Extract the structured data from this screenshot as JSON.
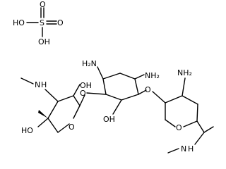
{
  "structure": {
    "sulfate": {
      "s": "S",
      "o_top": "O",
      "o_right": "O",
      "oh_left": "HO",
      "oh_bottom": "OH"
    },
    "left_ring": {
      "nh_methyl": "N",
      "nh_h": "H",
      "oh_top": "OH",
      "ho_left": "HO",
      "ring_o": "O",
      "glycosidic_o": "O"
    },
    "center_ring": {
      "h2n_left": "H₂N",
      "nh2_right": "NH₂",
      "oh_bottom": "OH"
    },
    "right_ring": {
      "glycosidic_o": "O",
      "nh2": "NH₂",
      "ring_o": "O",
      "n_methyl": "N",
      "nh_h": "H"
    }
  }
}
